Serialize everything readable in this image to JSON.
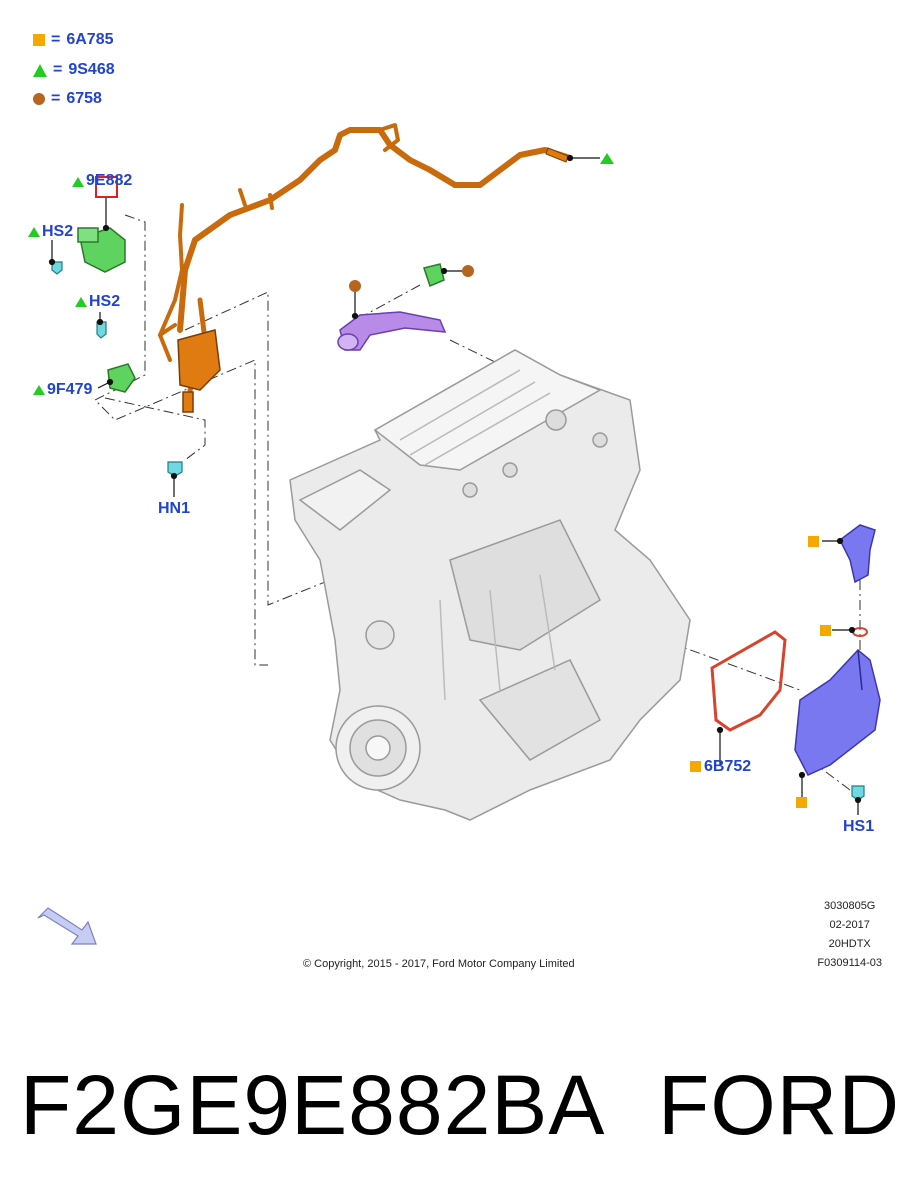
{
  "legend": [
    {
      "symbol": "square",
      "color": "#f5a800",
      "eq": "=",
      "code": "6A785"
    },
    {
      "symbol": "triangle",
      "color": "#22cc22",
      "eq": "=",
      "code": "9S468"
    },
    {
      "symbol": "circle",
      "color": "#b5651d",
      "eq": "=",
      "code": "6758"
    }
  ],
  "callouts": {
    "c9E882": "9E882",
    "hs2_top": "HS2",
    "hs2_mid": "HS2",
    "c9F479": "9F479",
    "hn1": "HN1",
    "c6B752": "6B752",
    "hs1": "HS1"
  },
  "copyright": "© Copyright, 2015 - 2017, Ford Motor Company Limited",
  "meta": [
    "3030805G",
    "02-2017",
    "20HDTX",
    "F0309114-03"
  ],
  "caption": {
    "part_number": "F2GE9E882BA",
    "brand": "FORD"
  },
  "colors": {
    "label": "#2244cc",
    "harness": "#e07b12",
    "sensor_green": "#5fd35f",
    "hose_purple": "#b98be8",
    "sump_blue": "#7a78f0",
    "gasket": "#d9432b",
    "engine": "#e8e8e8"
  }
}
